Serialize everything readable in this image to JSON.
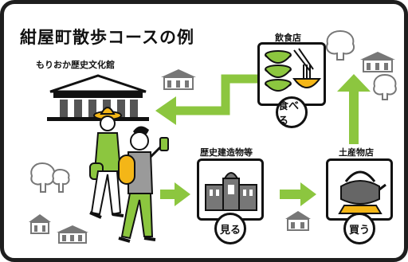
{
  "title": "紺屋町散歩コースの例",
  "museum": {
    "label": "もりおか歴史文化館"
  },
  "stops": [
    {
      "id": "food",
      "label": "飲食店",
      "action": "食べる"
    },
    {
      "id": "buildings",
      "label": "歴史建造物等",
      "action": "見る"
    },
    {
      "id": "souvenir",
      "label": "土産物店",
      "action": "買う"
    }
  ],
  "colors": {
    "arrow": "#8cc63f",
    "hat": "#f4b617",
    "shirt_green": "#8cc63f",
    "shirt_gray": "#9a9a9a",
    "outline": "#111111"
  },
  "icons": [
    "walking-people",
    "museum-building",
    "noodle-bowls",
    "western-building",
    "iron-kettle",
    "tree",
    "traditional-house"
  ]
}
